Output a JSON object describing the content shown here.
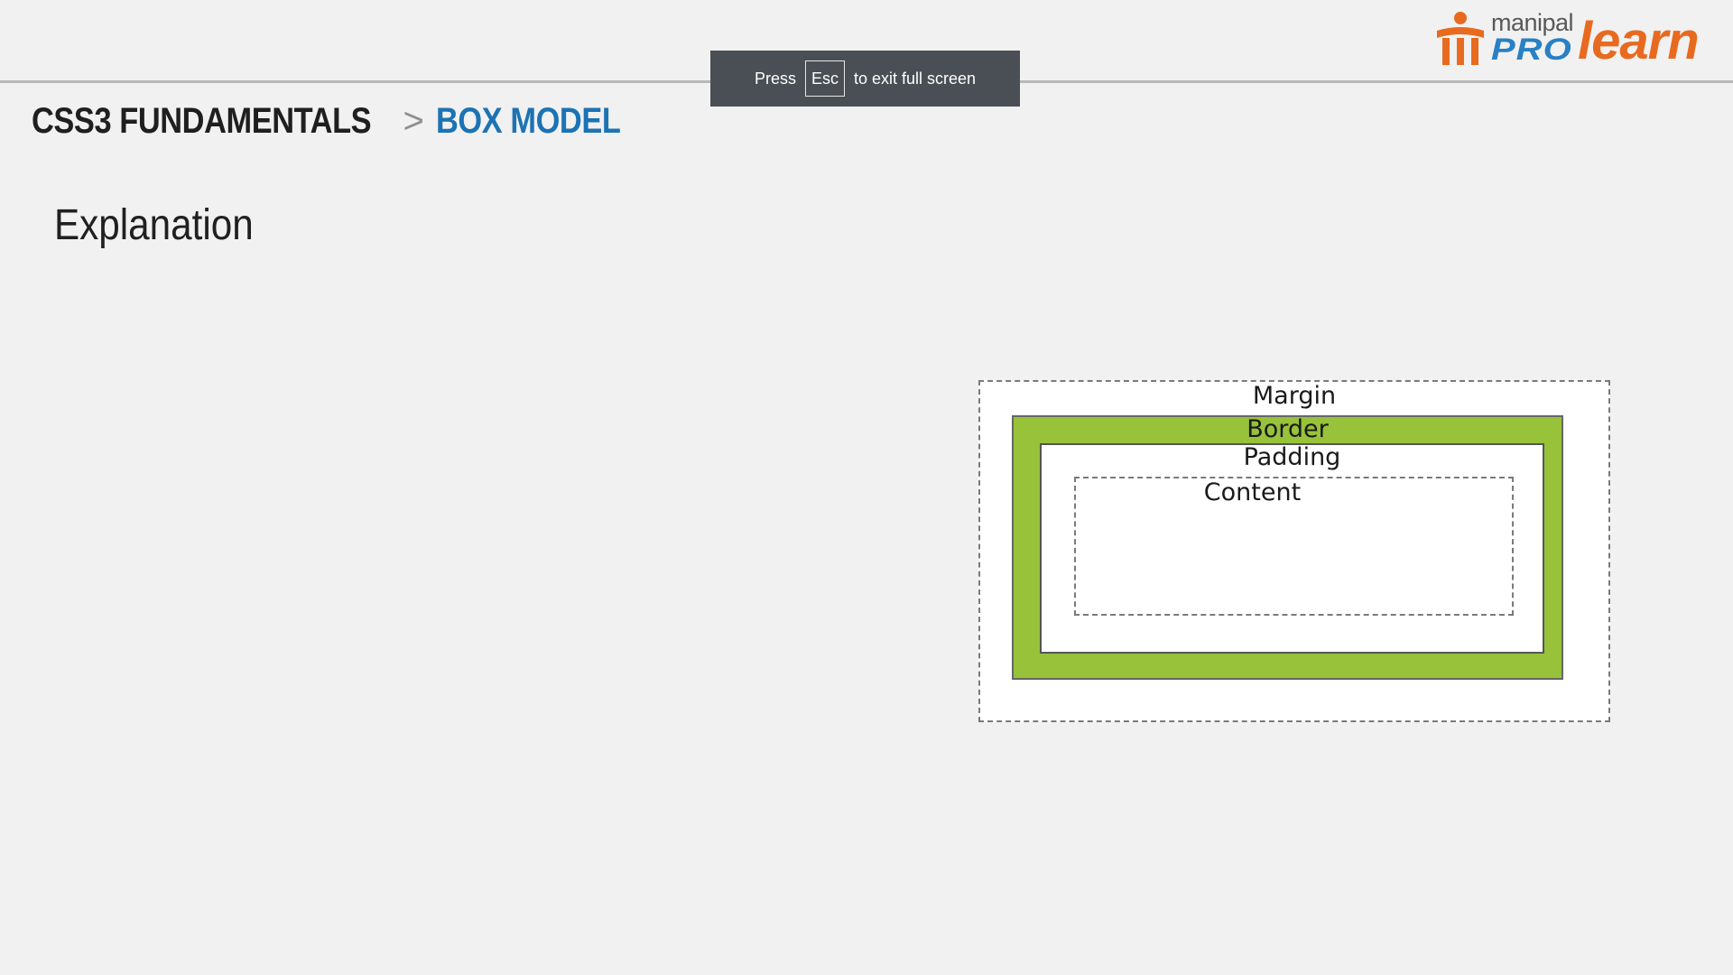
{
  "logo": {
    "manipal": "manipal",
    "pro": "PRO",
    "learn": "learn"
  },
  "toast": {
    "prefix": "Press",
    "key": "Esc",
    "suffix": "to exit full screen"
  },
  "breadcrumb": {
    "course": "CSS3 FUNDAMENTALS",
    "separator": ">",
    "topic": "BOX MODEL"
  },
  "heading": "Explanation",
  "diagram": {
    "margin": "Margin",
    "border": "Border",
    "padding": "Padding",
    "content": "Content"
  },
  "colors": {
    "brand_blue": "#1c73b4",
    "brand_orange": "#e86a1f",
    "border_green": "#97c23a",
    "toast_bg": "#4a4f55"
  }
}
